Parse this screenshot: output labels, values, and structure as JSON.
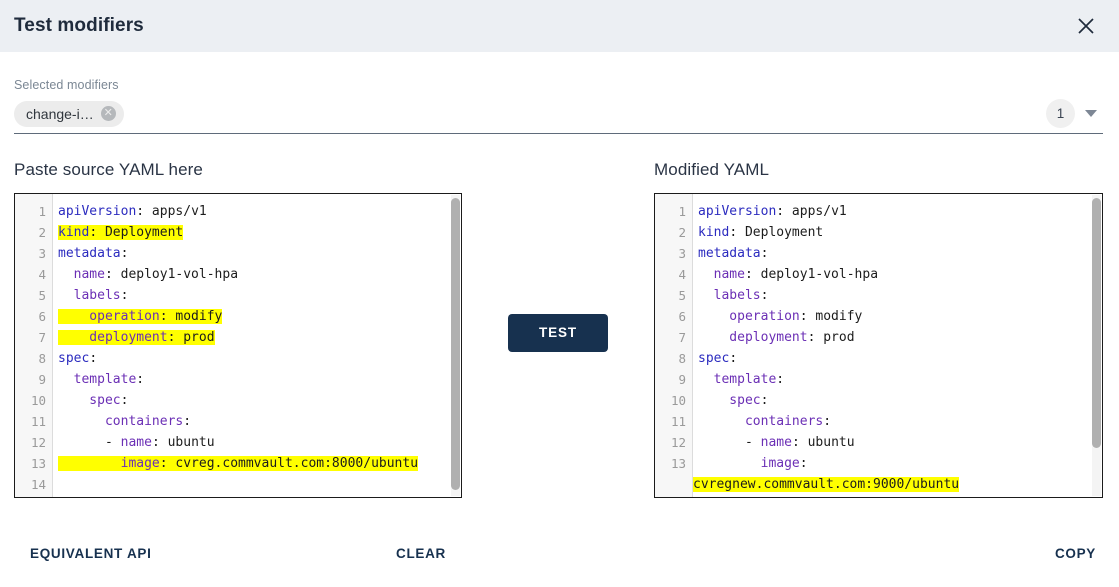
{
  "header": {
    "title": "Test modifiers",
    "close_icon": "close-icon"
  },
  "modifiers": {
    "label": "Selected modifiers",
    "chips": [
      {
        "label": "change-i…",
        "remove_icon": "close-circle-icon"
      }
    ],
    "count": "1",
    "dropdown_icon": "chevron-down-icon"
  },
  "source_panel": {
    "heading": "Paste source YAML here",
    "lines": [
      {
        "n": "1",
        "segments": [
          {
            "text": "apiVersion",
            "cls": "tok-key"
          },
          {
            "text": ": apps/v1",
            "cls": "tok-val"
          }
        ],
        "highlight": false,
        "indent": 0
      },
      {
        "n": "2",
        "segments": [
          {
            "text": "kind",
            "cls": "tok-key"
          },
          {
            "text": ": Deployment",
            "cls": "tok-val"
          }
        ],
        "highlight": true,
        "indent": 0
      },
      {
        "n": "3",
        "segments": [
          {
            "text": "metadata",
            "cls": "tok-key"
          },
          {
            "text": ":",
            "cls": "tok-val"
          }
        ],
        "highlight": false,
        "indent": 0
      },
      {
        "n": "4",
        "segments": [
          {
            "text": "name",
            "cls": "tok-key2"
          },
          {
            "text": ": deploy1-vol-hpa",
            "cls": "tok-val"
          }
        ],
        "highlight": false,
        "indent": 1
      },
      {
        "n": "5",
        "segments": [
          {
            "text": "labels",
            "cls": "tok-key2"
          },
          {
            "text": ":",
            "cls": "tok-val"
          }
        ],
        "highlight": false,
        "indent": 1
      },
      {
        "n": "6",
        "segments": [
          {
            "text": "operation",
            "cls": "tok-key2"
          },
          {
            "text": ": modify",
            "cls": "tok-val"
          }
        ],
        "highlight": true,
        "indent": 2
      },
      {
        "n": "7",
        "segments": [
          {
            "text": "deployment",
            "cls": "tok-key2"
          },
          {
            "text": ": prod",
            "cls": "tok-val"
          }
        ],
        "highlight": true,
        "indent": 2
      },
      {
        "n": "8",
        "segments": [
          {
            "text": "spec",
            "cls": "tok-key"
          },
          {
            "text": ":",
            "cls": "tok-val"
          }
        ],
        "highlight": false,
        "indent": 0
      },
      {
        "n": "9",
        "segments": [
          {
            "text": "template",
            "cls": "tok-key2"
          },
          {
            "text": ":",
            "cls": "tok-val"
          }
        ],
        "highlight": false,
        "indent": 1
      },
      {
        "n": "10",
        "segments": [
          {
            "text": "spec",
            "cls": "tok-key2"
          },
          {
            "text": ":",
            "cls": "tok-val"
          }
        ],
        "highlight": false,
        "indent": 2
      },
      {
        "n": "11",
        "segments": [
          {
            "text": "containers",
            "cls": "tok-key2"
          },
          {
            "text": ":",
            "cls": "tok-val"
          }
        ],
        "highlight": false,
        "indent": 3
      },
      {
        "n": "12",
        "segments": [
          {
            "text": "- ",
            "cls": "tok-plain"
          },
          {
            "text": "name",
            "cls": "tok-key2"
          },
          {
            "text": ": ubuntu",
            "cls": "tok-val"
          }
        ],
        "highlight": false,
        "indent": 3
      },
      {
        "n": "13",
        "segments": [
          {
            "text": "image",
            "cls": "tok-key2"
          },
          {
            "text": ": cvreg.commvault.com:8000/ubuntu",
            "cls": "tok-val"
          }
        ],
        "highlight": true,
        "indent": 4
      },
      {
        "n": "14",
        "segments": [],
        "highlight": false,
        "indent": 0
      }
    ],
    "scrollbar": {
      "thumb_top_pct": 1,
      "thumb_height_pct": 97
    }
  },
  "modified_panel": {
    "heading": "Modified YAML",
    "lines": [
      {
        "n": "1",
        "segments": [
          {
            "text": "apiVersion",
            "cls": "tok-key"
          },
          {
            "text": ": apps/v1",
            "cls": "tok-val"
          }
        ],
        "highlight": false,
        "indent": 0
      },
      {
        "n": "2",
        "segments": [
          {
            "text": "kind",
            "cls": "tok-key"
          },
          {
            "text": ": Deployment",
            "cls": "tok-val"
          }
        ],
        "highlight": false,
        "indent": 0
      },
      {
        "n": "3",
        "segments": [
          {
            "text": "metadata",
            "cls": "tok-key"
          },
          {
            "text": ":",
            "cls": "tok-val"
          }
        ],
        "highlight": false,
        "indent": 0
      },
      {
        "n": "4",
        "segments": [
          {
            "text": "name",
            "cls": "tok-key2"
          },
          {
            "text": ": deploy1-vol-hpa",
            "cls": "tok-val"
          }
        ],
        "highlight": false,
        "indent": 1
      },
      {
        "n": "5",
        "segments": [
          {
            "text": "labels",
            "cls": "tok-key2"
          },
          {
            "text": ":",
            "cls": "tok-val"
          }
        ],
        "highlight": false,
        "indent": 1
      },
      {
        "n": "6",
        "segments": [
          {
            "text": "operation",
            "cls": "tok-key2"
          },
          {
            "text": ": modify",
            "cls": "tok-val"
          }
        ],
        "highlight": false,
        "indent": 2
      },
      {
        "n": "7",
        "segments": [
          {
            "text": "deployment",
            "cls": "tok-key2"
          },
          {
            "text": ": prod",
            "cls": "tok-val"
          }
        ],
        "highlight": false,
        "indent": 2
      },
      {
        "n": "8",
        "segments": [
          {
            "text": "spec",
            "cls": "tok-key"
          },
          {
            "text": ":",
            "cls": "tok-val"
          }
        ],
        "highlight": false,
        "indent": 0
      },
      {
        "n": "9",
        "segments": [
          {
            "text": "template",
            "cls": "tok-key2"
          },
          {
            "text": ":",
            "cls": "tok-val"
          }
        ],
        "highlight": false,
        "indent": 1
      },
      {
        "n": "10",
        "segments": [
          {
            "text": "spec",
            "cls": "tok-key2"
          },
          {
            "text": ":",
            "cls": "tok-val"
          }
        ],
        "highlight": false,
        "indent": 2
      },
      {
        "n": "11",
        "segments": [
          {
            "text": "containers",
            "cls": "tok-key2"
          },
          {
            "text": ":",
            "cls": "tok-val"
          }
        ],
        "highlight": false,
        "indent": 3
      },
      {
        "n": "12",
        "segments": [
          {
            "text": "- ",
            "cls": "tok-plain"
          },
          {
            "text": "name",
            "cls": "tok-key2"
          },
          {
            "text": ": ubuntu",
            "cls": "tok-val"
          }
        ],
        "highlight": false,
        "indent": 3
      },
      {
        "n": "13",
        "segments": [
          {
            "text": "image",
            "cls": "tok-key2"
          },
          {
            "text": ":",
            "cls": "tok-val"
          }
        ],
        "highlight": false,
        "indent": 4,
        "wrap": {
          "text": "cvregnew.commvault.com:9000/ubuntu",
          "cls": "tok-val",
          "highlight": true
        }
      }
    ],
    "scrollbar": {
      "thumb_top_pct": 1,
      "thumb_height_pct": 83
    }
  },
  "test_button": {
    "label": "TEST"
  },
  "footer": {
    "equivalent_api": "EQUIVALENT API",
    "clear": "CLEAR",
    "copy": "COPY"
  },
  "colors": {
    "header_bg": "#eceff3",
    "accent_navy": "#17314f",
    "highlight_yellow": "#ffff00",
    "key_blue": "#2b2bbf",
    "key_purple": "#6b2fb5"
  }
}
